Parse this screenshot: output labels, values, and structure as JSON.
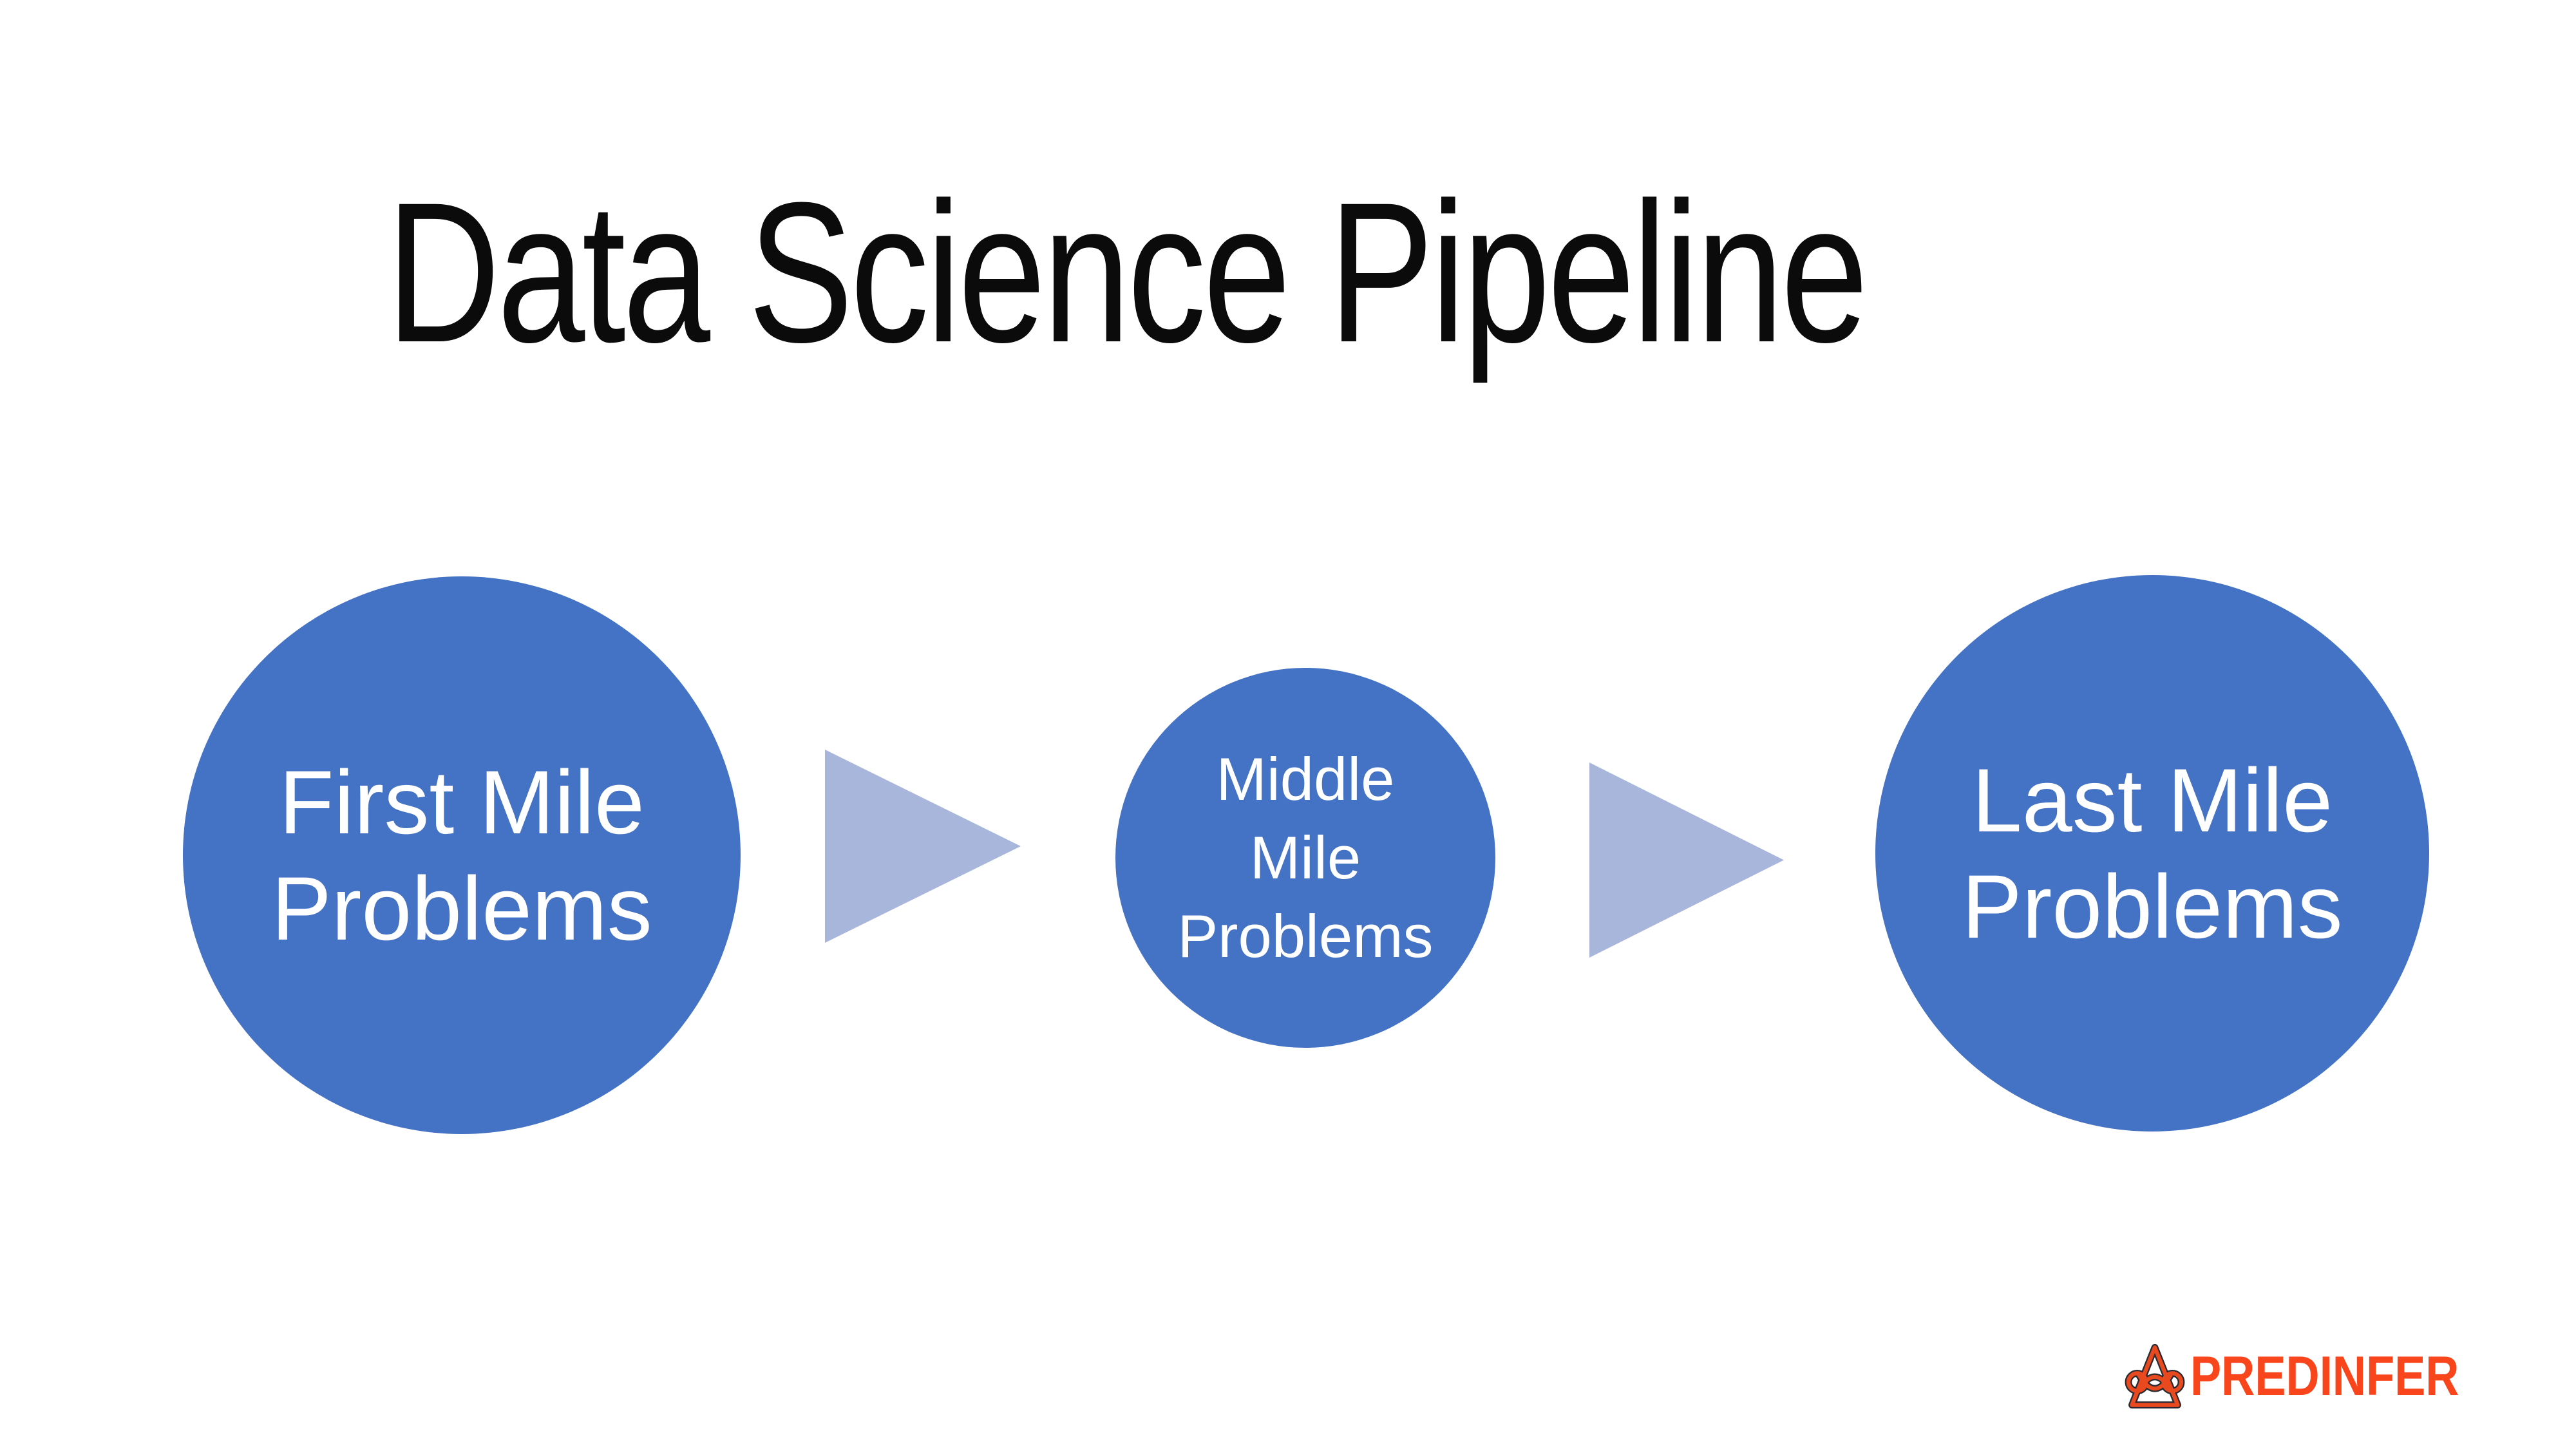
{
  "title": "Data Science Pipeline",
  "nodes": [
    {
      "id": "first-mile",
      "label": "First Mile Problems",
      "lines": [
        "First Mile",
        "Problems"
      ]
    },
    {
      "id": "middle-mile",
      "label": "Middle Mile Problems",
      "lines": [
        "Middle",
        "Mile",
        "Problems"
      ]
    },
    {
      "id": "last-mile",
      "label": "Last Mile Problems",
      "lines": [
        "Last Mile",
        "Problems"
      ]
    }
  ],
  "arrows": [
    {
      "icon": "right-triangle-arrow"
    },
    {
      "icon": "right-triangle-arrow"
    }
  ],
  "logo": {
    "text": "PREDINFER",
    "icon": "predinfer-triangle-rings-mark"
  },
  "colors": {
    "background": "#FFFFFF",
    "title_text": "#0B0B0B",
    "circle_fill": "#4472C4",
    "circle_text": "#FFFFFF",
    "arrow_fill": "#A9B6DB",
    "logo_orange": "#F9451C",
    "logo_outline": "#2A2A32"
  }
}
